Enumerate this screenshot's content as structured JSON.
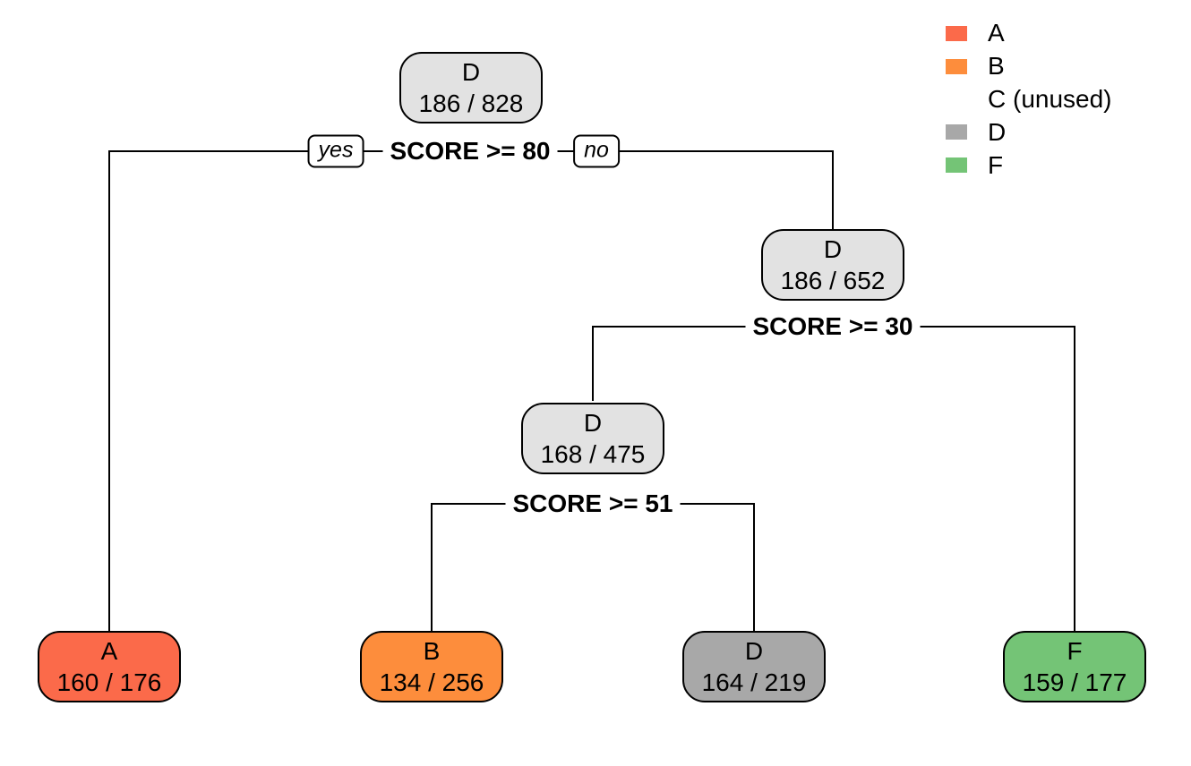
{
  "diagram_type": "decision-tree (rpart-style classification tree)",
  "colors": {
    "internal_node_fill": "#E2E2E2",
    "class_a": "#FB6A4A",
    "class_b": "#FD8D3C",
    "class_d": "#A8A8A8",
    "class_f": "#74C476",
    "line": "#000000",
    "background": "#FFFFFF"
  },
  "legend": {
    "items": [
      {
        "label": "A",
        "color": "#FB6A4A"
      },
      {
        "label": "B",
        "color": "#FD8D3C"
      },
      {
        "label": "C (unused)",
        "color": ""
      },
      {
        "label": "D",
        "color": "#A8A8A8"
      },
      {
        "label": "F",
        "color": "#74C476"
      }
    ]
  },
  "tree": {
    "splits": {
      "s1": {
        "condition": "SCORE >= 80",
        "yes": "yes",
        "no": "no"
      },
      "s2": {
        "condition": "SCORE >= 30"
      },
      "s3": {
        "condition": "SCORE >= 51"
      }
    },
    "nodes": {
      "root": {
        "class": "D",
        "stats": "186 / 828",
        "color": "#E2E2E2"
      },
      "right": {
        "class": "D",
        "stats": "186 / 652",
        "color": "#E2E2E2"
      },
      "right_left": {
        "class": "D",
        "stats": "168 / 475",
        "color": "#E2E2E2"
      },
      "leaf_a": {
        "class": "A",
        "stats": "160 / 176",
        "color": "#FB6A4A"
      },
      "leaf_b": {
        "class": "B",
        "stats": "134 / 256",
        "color": "#FD8D3C"
      },
      "leaf_d": {
        "class": "D",
        "stats": "164 / 219",
        "color": "#A8A8A8"
      },
      "leaf_f": {
        "class": "F",
        "stats": "159 / 177",
        "color": "#74C476"
      }
    }
  }
}
